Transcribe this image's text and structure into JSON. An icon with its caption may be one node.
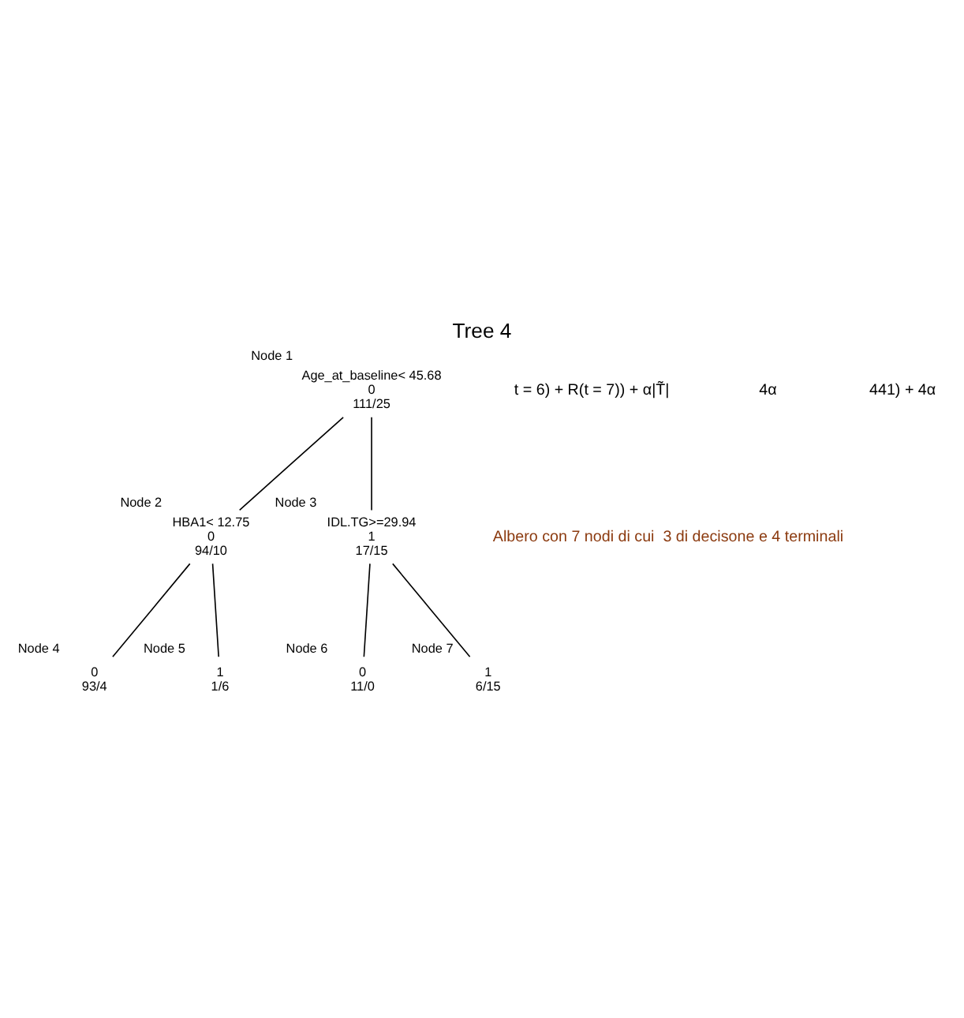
{
  "diagram": {
    "title": "Tree 4",
    "nodes": [
      {
        "text": [
          "Age_at_baseline< 45.68",
          "0",
          "111/25"
        ],
        "beside": [
          "Node 1"
        ]
      },
      {
        "text": [
          "HBA1< 12.75",
          "0",
          "94/10"
        ],
        "beside": [
          "Node 2"
        ]
      },
      {
        "text": [
          "IDL.TG>=29.94",
          "1",
          "17/15"
        ],
        "beside": [
          "Node 3"
        ]
      },
      {
        "text": [
          "0",
          "93/4"
        ],
        "beside": [
          "Node 4"
        ]
      },
      {
        "text": [
          "1",
          "1/6"
        ],
        "beside": [
          "Node 5"
        ]
      },
      {
        "text": [
          "0",
          "11/0"
        ],
        "beside": [
          "Node 6"
        ]
      },
      {
        "text": [
          "1",
          "6/15"
        ],
        "beside": [
          "Node 7"
        ]
      }
    ],
    "edges": [
      {
        "from": 0,
        "to": 1,
        "arrow": "none"
      },
      {
        "from": 0,
        "to": 2,
        "arrow": "none"
      },
      {
        "from": 1,
        "to": 3,
        "arrow": "none"
      },
      {
        "from": 1,
        "to": 4,
        "arrow": "none"
      },
      {
        "from": 2,
        "to": 5,
        "arrow": "none"
      },
      {
        "from": 2,
        "to": 6,
        "arrow": "none"
      }
    ],
    "labels": [
      "t = 6) + R(t = 7)) + α|T̃|",
      "4α",
      "441) + 4α",
      "Albero con 7 nodi di cui  3 di decisone e 4 terminali"
    ]
  }
}
